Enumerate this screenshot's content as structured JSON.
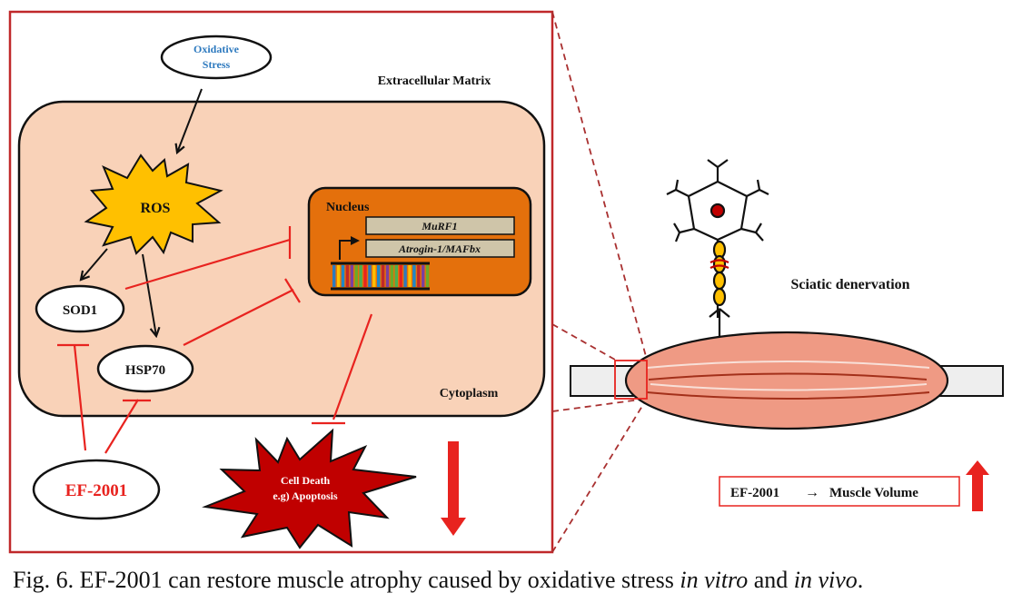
{
  "colors": {
    "frame_red": "#c0282a",
    "inhibit_red": "#e8231f",
    "cell_fill": "#f9d2b8",
    "nucleus_fill": "#e4700c",
    "gene_box": "#cfc5a9",
    "ros_fill": "#ffc000",
    "oxidative_text": "#2e7abf",
    "death_fill": "#c00000",
    "muscle_fill": "#ef9a84",
    "muscle_line": "#a3301a",
    "ef2001_text": "#e8231f"
  },
  "labels": {
    "oxidative_stress_l1": "Oxidative",
    "oxidative_stress_l2": "Stress",
    "extracellular_matrix": "Extracellular Matrix",
    "ros": "ROS",
    "nucleus": "Nucleus",
    "murf1": "MuRF1",
    "atrogin": "Atrogin-1/MAFbx",
    "sod1": "SOD1",
    "hsp70": "HSP70",
    "cytoplasm": "Cytoplasm",
    "ef2001": "EF-2001",
    "cell_death_l1": "Cell Death",
    "cell_death_l2": "e.g) Apoptosis",
    "sciatic_denervation": "Sciatic denervation",
    "ef2001_volume_a": "EF-2001",
    "ef2001_volume_arrow": "→",
    "ef2001_volume_b": "Muscle Volume"
  },
  "icons": {
    "neuron": "neuron-icon",
    "muscle": "muscle-icon",
    "dna": "dna-icon",
    "arrow_up": "arrow-up-icon",
    "arrow_down": "arrow-down-icon"
  },
  "caption": {
    "prefix": "Fig. 6. EF-2001 can restore muscle atrophy caused by oxidative stress ",
    "italic1": "in vitro",
    "middle": " and ",
    "italic2": "in vivo",
    "suffix": "."
  }
}
